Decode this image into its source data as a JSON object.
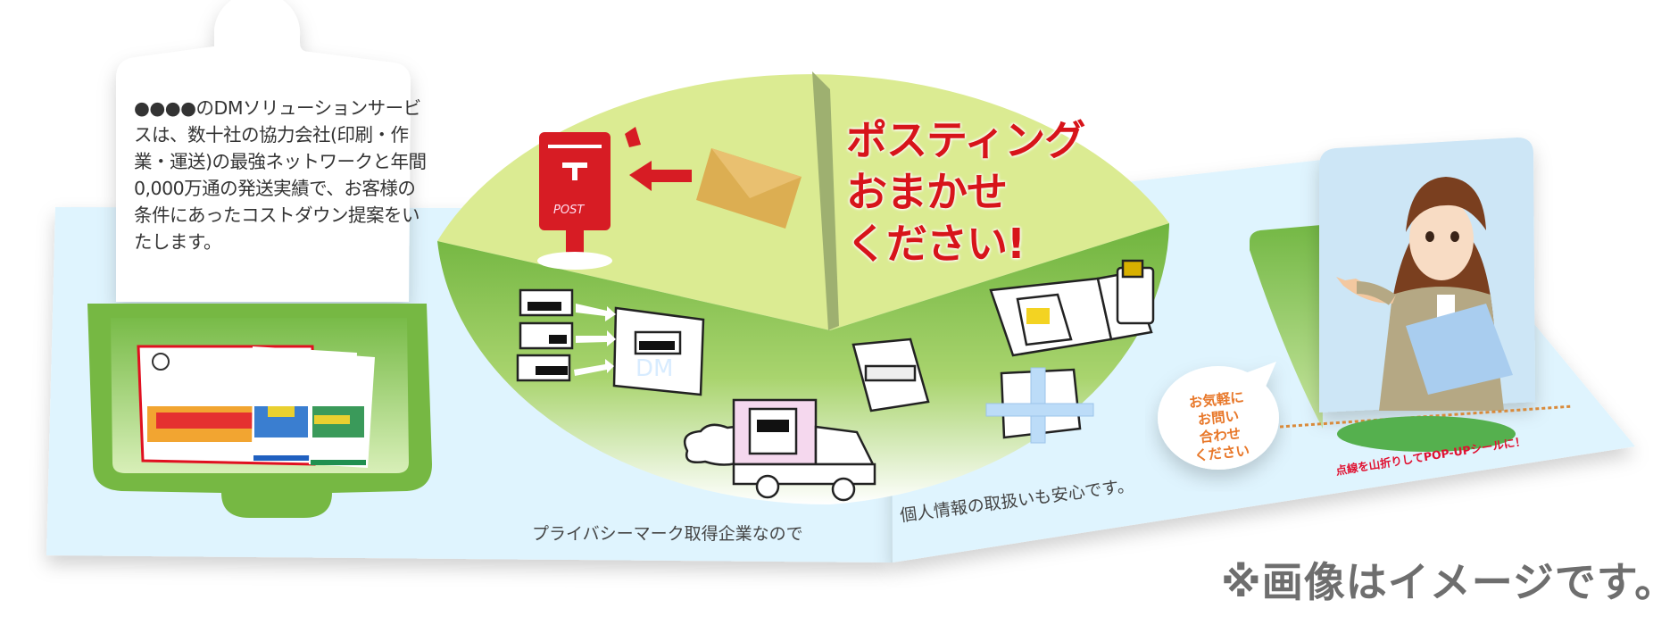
{
  "tag_card": {
    "text": "●●●●のDMソリューションサービスは、数十社の協力会社(印刷・作業・運送)の最強ネットワークと年間0,000万通の発送実績で、お客様の条件にあったコストダウン提案をいたします。"
  },
  "pie": {
    "headline_line1": "ポスティング",
    "headline_line2": "おまかせ",
    "headline_line3": "ください!",
    "postbox_label": "POST",
    "dm_label": "DM"
  },
  "speech_bubble": {
    "line1": "お気軽に",
    "line2": "お問い",
    "line3": "合わせ",
    "line4": "ください"
  },
  "popup_note": "点線を山折りしてPOP-UPシールに！",
  "privacy": {
    "left": "プライバシーマーク取得企業なので",
    "right": "個人情報の取扱いも安心です。"
  },
  "disclaimer": "※画像はイメージです。",
  "colors": {
    "base_panel": "#dff4fe",
    "pie_light": "#dbeb92",
    "pie_green": "#76b843",
    "headline_red": "#d7141a",
    "bubble_orange": "#e8782a",
    "note_red": "#e01030",
    "disclaimer_gray": "#6e6e6e"
  }
}
